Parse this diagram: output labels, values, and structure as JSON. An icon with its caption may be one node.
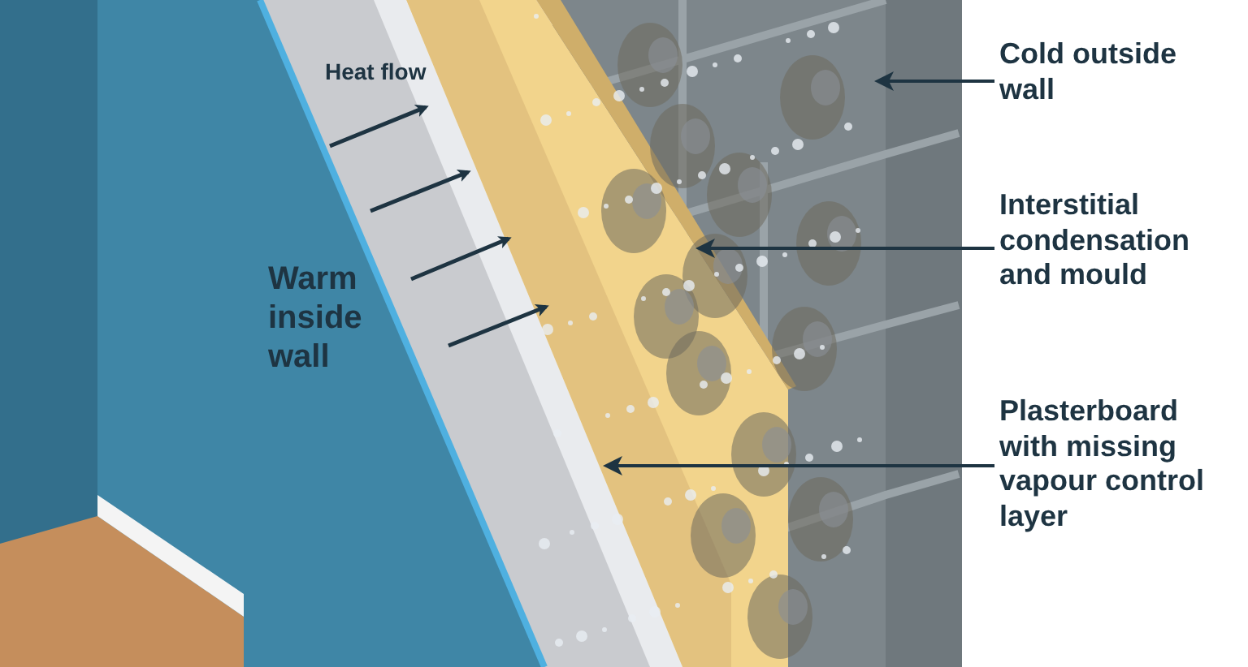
{
  "diagram": {
    "nodes": [
      {
        "text": [
          "Cold outside wall"
        ]
      },
      {
        "text": [
          "Interstitial condensation and mould"
        ]
      },
      {
        "text": [
          "Plasterboard with missing vapour control layer"
        ]
      }
    ],
    "edges": [
      {
        "from": 0,
        "to": null,
        "arrow": "to"
      },
      {
        "from": 1,
        "to": null,
        "arrow": "to"
      },
      {
        "from": 2,
        "to": null,
        "arrow": "to"
      }
    ],
    "labels": [
      "Heat flow",
      "Warm inside wall"
    ]
  }
}
